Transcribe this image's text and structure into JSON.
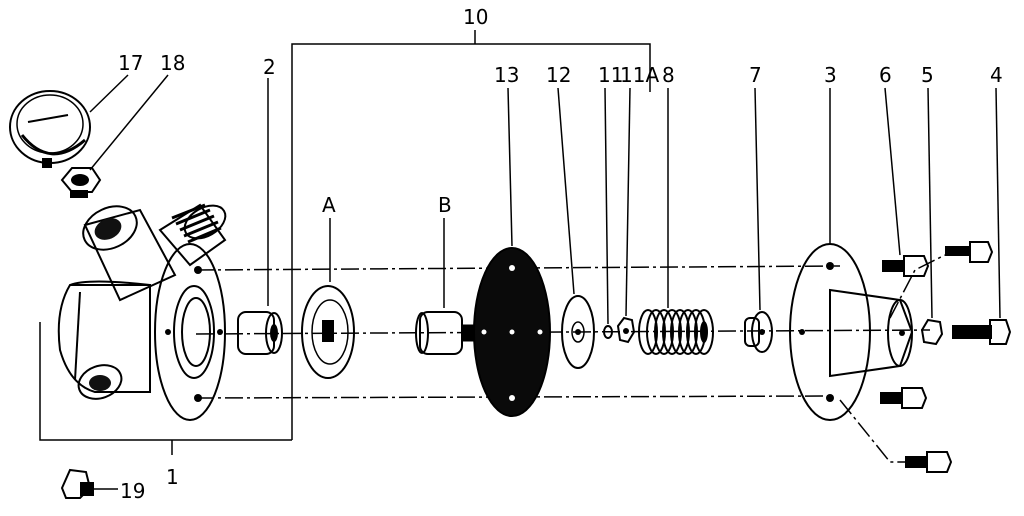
{
  "diagram": {
    "labels": {
      "p1": "1",
      "p2": "2",
      "p3": "3",
      "p4": "4",
      "p5": "5",
      "p6": "6",
      "p7": "7",
      "p8": "8",
      "p10": "10",
      "p11": "11",
      "p11a": "11A",
      "p12": "12",
      "p13": "13",
      "p17": "17",
      "p18": "18",
      "p19": "19",
      "pA": "A",
      "pB": "B"
    },
    "colors": {
      "ink": "#000000",
      "paper": "#ffffff",
      "diaphragm": "#0a0a0a"
    }
  }
}
